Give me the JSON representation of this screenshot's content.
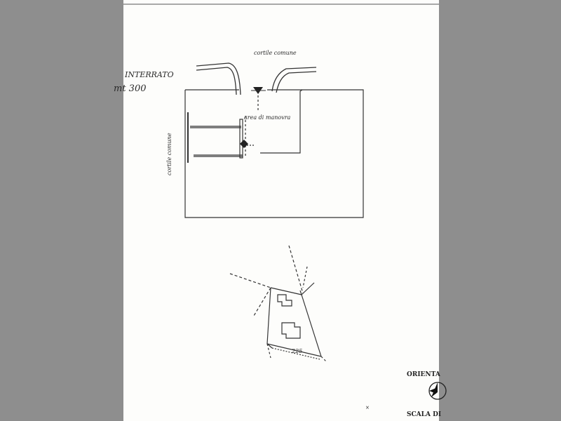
{
  "plan": {
    "level_label": "INTERRATO",
    "height_label": "mt 300",
    "top_label": "cortile comune",
    "left_label": "cortile comune",
    "maneuver_label": "area di manovra"
  },
  "site_plan": {
    "dimension_label": "225"
  },
  "legend": {
    "orientation_label": "ORIENTA",
    "scale_label": "SCALA DI"
  }
}
